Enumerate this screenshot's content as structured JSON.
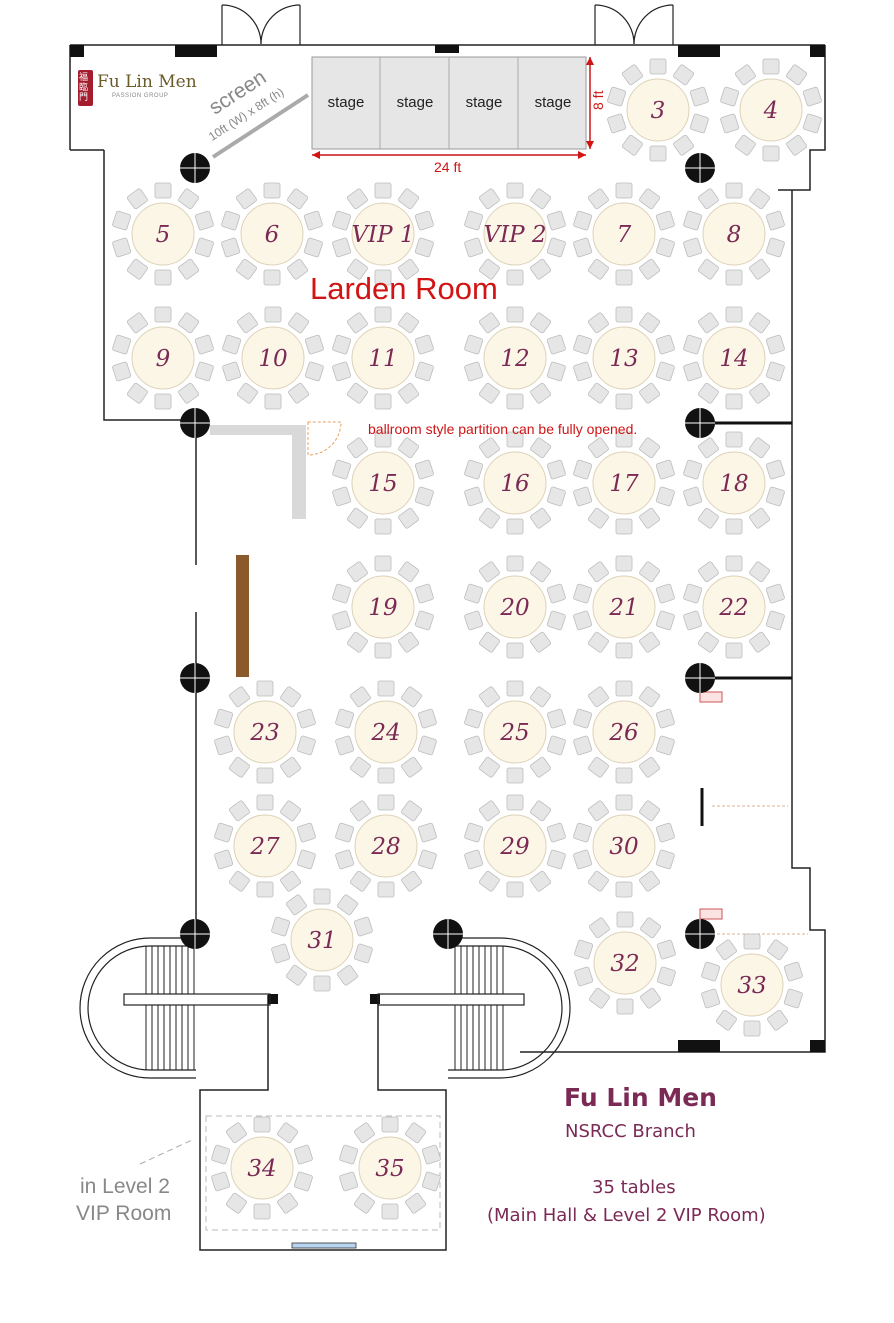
{
  "logo": {
    "name": "Fu Lin Men",
    "tagline": "PASSION GROUP",
    "seal": "福臨門"
  },
  "screen": {
    "label": "screen",
    "size": "10ft (W) x 8ft (h)"
  },
  "stage": {
    "labels": [
      "stage",
      "stage",
      "stage",
      "stage"
    ],
    "width": "24 ft",
    "height": "8 ft"
  },
  "room_name": "Larden Room",
  "partition_note": "ballroom style partition can be fully opened.",
  "vip_room_label": [
    "in Level 2",
    "VIP Room"
  ],
  "branding": {
    "title": "Fu Lin Men",
    "branch": "NSRCC Branch",
    "tables_count": "35 tables",
    "tables_note": "(Main Hall & Level 2 VIP Room)"
  },
  "colors": {
    "accent": "#7a2a55",
    "alert": "#d11414",
    "table_fill": "#fcf6e6",
    "chair": "#e6e6e6"
  },
  "tables": [
    {
      "label": "3"
    },
    {
      "label": "4"
    },
    {
      "label": "5"
    },
    {
      "label": "6"
    },
    {
      "label": "VIP 1"
    },
    {
      "label": "VIP 2"
    },
    {
      "label": "7"
    },
    {
      "label": "8"
    },
    {
      "label": "9"
    },
    {
      "label": "10"
    },
    {
      "label": "11"
    },
    {
      "label": "12"
    },
    {
      "label": "13"
    },
    {
      "label": "14"
    },
    {
      "label": "15"
    },
    {
      "label": "16"
    },
    {
      "label": "17"
    },
    {
      "label": "18"
    },
    {
      "label": "19"
    },
    {
      "label": "20"
    },
    {
      "label": "21"
    },
    {
      "label": "22"
    },
    {
      "label": "23"
    },
    {
      "label": "24"
    },
    {
      "label": "25"
    },
    {
      "label": "26"
    },
    {
      "label": "27"
    },
    {
      "label": "28"
    },
    {
      "label": "29"
    },
    {
      "label": "30"
    },
    {
      "label": "31"
    },
    {
      "label": "32"
    },
    {
      "label": "33"
    },
    {
      "label": "34"
    },
    {
      "label": "35"
    }
  ]
}
